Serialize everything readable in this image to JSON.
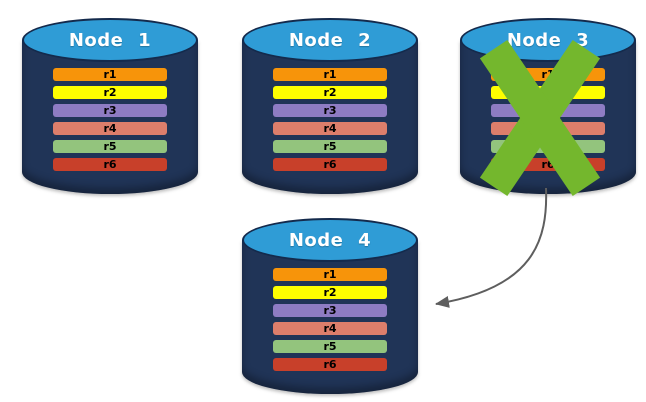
{
  "diagram": {
    "nodes": [
      {
        "title": "Node 1",
        "status": "active",
        "records": [
          "r1",
          "r2",
          "r3",
          "r4",
          "r5",
          "r6"
        ]
      },
      {
        "title": "Node 2",
        "status": "active",
        "records": [
          "r1",
          "r2",
          "r3",
          "r4",
          "r5",
          "r6"
        ]
      },
      {
        "title": "Node 3",
        "status": "failed",
        "records": [
          "r1",
          "r2",
          "r3",
          "r4",
          "r5",
          "r6"
        ]
      },
      {
        "title": "Node 4",
        "status": "active",
        "records": [
          "r1",
          "r2",
          "r3",
          "r4",
          "r5",
          "r6"
        ]
      }
    ],
    "record_colors": {
      "r1": "#F7940A",
      "r2": "#FEFE00",
      "r3": "#8E7CC3",
      "r4": "#DD7E6B",
      "r5": "#93C47D",
      "r6": "#C8402A"
    },
    "colors": {
      "background": "#FFFFFF",
      "cylinder_body": "#203457",
      "cylinder_top": "#2F9CD6",
      "cylinder_outline": "#142A4C",
      "title_text": "#FFFFFF",
      "record_text": "#000000",
      "failure_cross": "#74B72D",
      "arrow": "#5E5E5E"
    },
    "icons": {
      "failure_cross": "x-mark-icon",
      "arrow": "curved-arrow-icon"
    }
  }
}
